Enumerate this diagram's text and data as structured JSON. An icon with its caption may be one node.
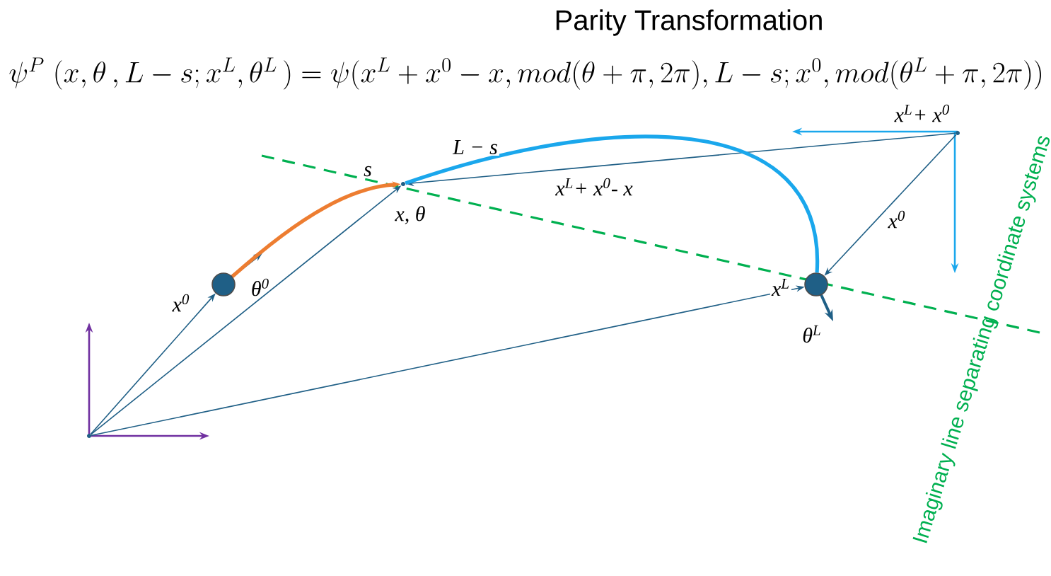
{
  "diagram": {
    "title": "Parity Transformation",
    "nodes": [
      {
        "text": [],
        "shape": "point"
      },
      {
        "text": [],
        "shape": "circle",
        "beside": [
          "θ$^{0}$"
        ]
      },
      {
        "text": [],
        "shape": "point"
      },
      {
        "text": [],
        "shape": "circle",
        "beside": [
          "θ$^{L}$"
        ]
      },
      {
        "text": [],
        "shape": "point",
        "beside": [
          "x$^{L}$+ x$^{0}$"
        ]
      }
    ],
    "edges": [
      {
        "from": 0,
        "to": 1,
        "arrow": "to",
        "label": "x$^{0}$"
      },
      {
        "from": 0,
        "to": 2,
        "arrow": "to",
        "label": "x, θ"
      },
      {
        "from": 0,
        "to": 3,
        "arrow": "to",
        "label": "x$^{L}$"
      },
      {
        "from": 4,
        "to": 2,
        "arrow": "to",
        "label": "x$^{L}$+ x$^{0}$- x"
      },
      {
        "from": 4,
        "to": 3,
        "arrow": "to",
        "label": "x$^{0}$"
      },
      {
        "from": 1,
        "to": 2,
        "arrow": "to",
        "label": "s",
        "style": "thick",
        "color": "#ed7d31"
      },
      {
        "from": 2,
        "to": 3,
        "arrow": "none",
        "label": "L − s",
        "style": "thick",
        "color": "#1aa7ec"
      }
    ],
    "labels": [
      "\\psi^{P}\\;(x,\\theta\\,,L-s;x^{L},\\theta^{L}\\,)=\\psi\\big(x^{L}+x^{0}-x,mod(\\theta+\\pi,2\\pi),L-s;x^{0},mod(\\theta^{L}+\\pi,2\\pi)\\big)",
      "Imaginary line separating coordinate systems"
    ]
  }
}
